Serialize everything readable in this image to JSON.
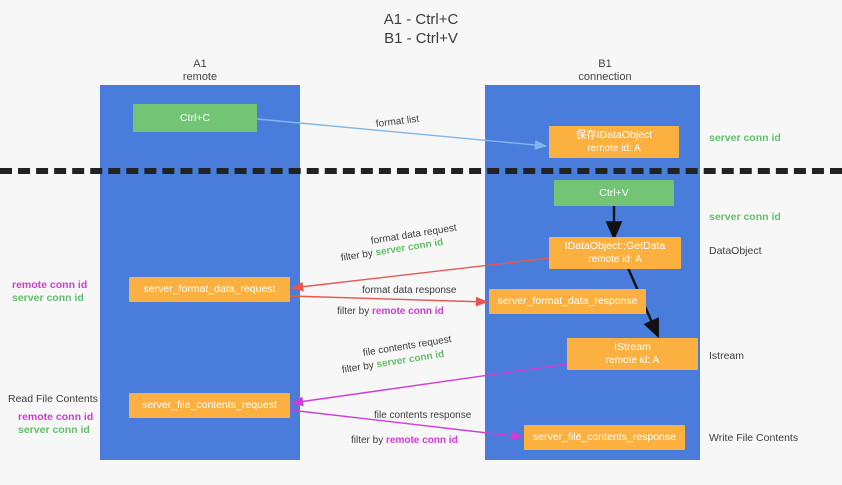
{
  "title": {
    "line1": "A1 - Ctrl+C",
    "line2": "B1 - Ctrl+V"
  },
  "lanes": [
    {
      "name": "A1",
      "sub": "remote",
      "color": "#4a7ddb"
    },
    {
      "name": "B1",
      "sub": "connection",
      "color": "#4a7ddb"
    }
  ],
  "nodes": {
    "ctrl_c": {
      "label": "Ctrl+C",
      "color": "#74c476"
    },
    "save_idataobject": {
      "label": "保存IDataObject",
      "label2": "remote id: A",
      "color": "#fbb040"
    },
    "ctrl_v": {
      "label": "Ctrl+V",
      "color": "#74c476"
    },
    "getdata": {
      "label": "IDataObject::GetData",
      "label2": "remote id: A",
      "color": "#fbb040"
    },
    "server_format_data_request": {
      "label": "server_format_data_request",
      "color": "#fbb040"
    },
    "server_format_data_response": {
      "label": "server_format_data_response",
      "color": "#fbb040"
    },
    "istream": {
      "label": "IStream",
      "label2": "remote id: A",
      "color": "#fbb040"
    },
    "server_file_contents_request": {
      "label": "server_file_contents_request",
      "color": "#fbb040"
    },
    "server_file_contents_response": {
      "label": "server_file_contents_response",
      "color": "#fbb040"
    }
  },
  "edges": {
    "format_list": "format list",
    "format_data_request": "format data request",
    "format_data_request_filter_prefix": "filter by ",
    "format_data_request_filter_value": "server conn id",
    "format_data_response": "format data response",
    "format_data_response_filter_prefix": "filter by ",
    "format_data_response_filter_value": "remote conn id",
    "file_contents_request": "file contents request",
    "file_contents_request_filter_prefix": "filter by ",
    "file_contents_request_filter_value": "server conn id",
    "file_contents_response": "file contents response",
    "file_contents_response_filter_prefix": "filter by ",
    "file_contents_response_filter_value": "remote conn id"
  },
  "right_labels": {
    "server_conn_id_1": "server conn id",
    "server_conn_id_2": "server conn id",
    "dataobject": "DataObject",
    "istream": "Istream",
    "write_file_contents": "Write File Contents"
  },
  "left_labels": {
    "remote_conn_id_1": "remote conn id",
    "server_conn_id_1": "server conn id",
    "read_file_contents": "Read File Contents",
    "remote_conn_id_2": "remote conn id",
    "server_conn_id_2": "server conn id"
  },
  "colors": {
    "lane": "#4a7ddb",
    "green_node": "#74c476",
    "orange_node": "#fbb040",
    "green_text": "#63c06a",
    "magenta_text": "#cc3fd2",
    "arrow_blue": "#7fb8e8",
    "arrow_red": "#e8564f",
    "arrow_magenta": "#cc3fd2",
    "arrow_black": "#111111",
    "divider": "#222222"
  }
}
